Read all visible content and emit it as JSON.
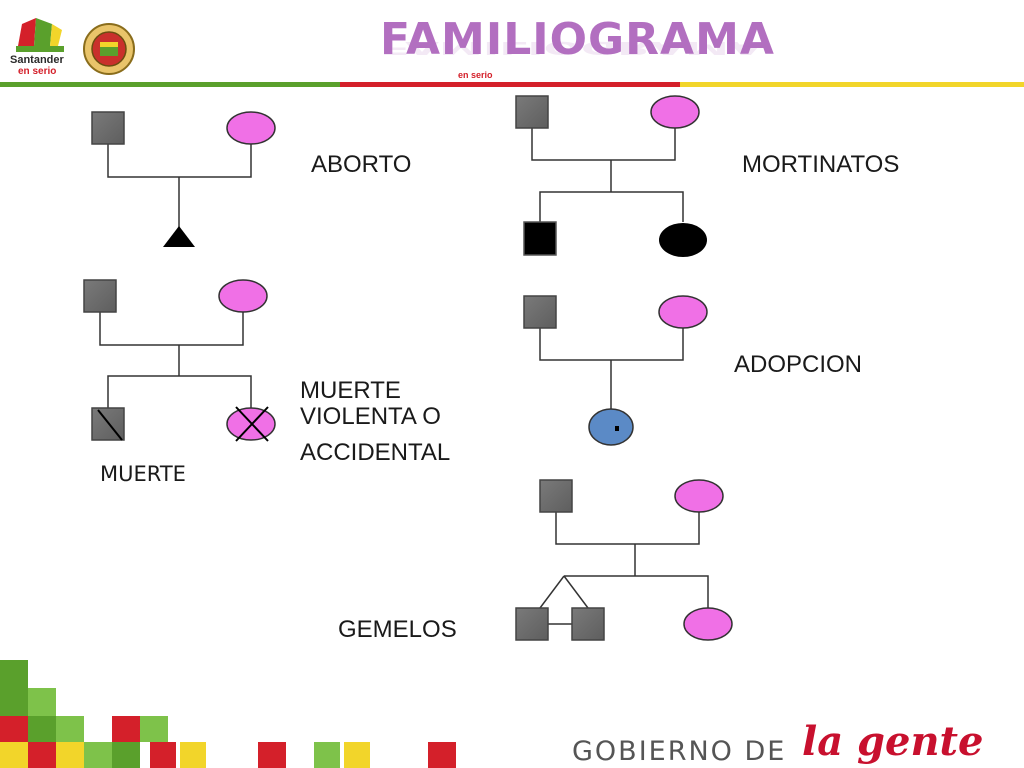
{
  "title": "FAMILIOGRAMA",
  "header": {
    "logo_top": "Santander",
    "logo_bottom": "en serio",
    "subtitle_small": "en serio"
  },
  "labels": {
    "aborto": "ABORTO",
    "mortinatos": "MORTINATOS",
    "muerte_violenta_1": "MUERTE",
    "muerte_violenta_2": "VIOLENTA O",
    "muerte_violenta_3": "ACCIDENTAL",
    "muerte": "MUERTE",
    "adopcion": "ADOPCION",
    "gemelos": "GEMELOS"
  },
  "footer": {
    "gobierno": "GOBIERNO DE",
    "la_gente": "la gente"
  },
  "colors": {
    "male": "#6d6d6d",
    "female": "#f070e6",
    "adopted": "#5b8ac6",
    "deceased_fill": "#000000",
    "green": "#5aa02c",
    "red": "#d4202a",
    "yellow": "#f2d52a"
  }
}
